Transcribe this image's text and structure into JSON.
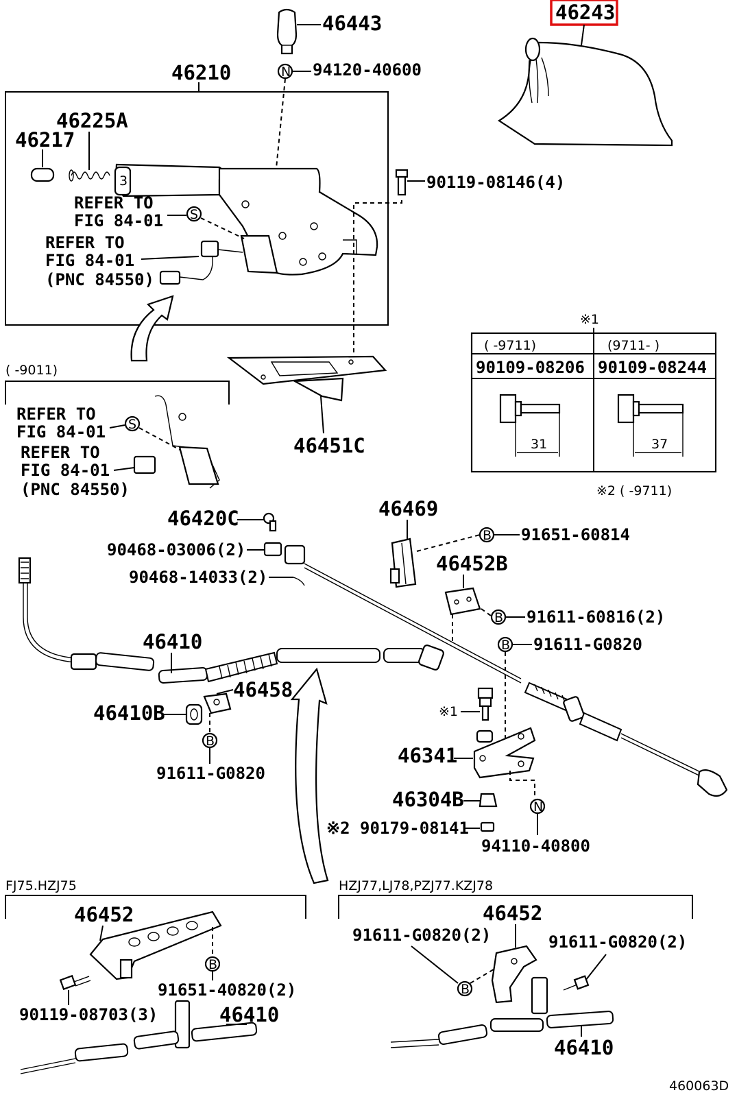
{
  "diagram": {
    "code": "460063D",
    "highlight_color": "#e01010",
    "highlighted_part": "46243",
    "labels": {
      "p46443": "46443",
      "p94120": "94120-40600",
      "p46210": "46210",
      "p46243": "46243",
      "p46225a": "46225A",
      "p46217": "46217",
      "p90119_08146": "90119-08146(4)",
      "refer1": "REFER TO",
      "refer1b": "FIG 84-01",
      "refer2": "REFER TO",
      "refer2b": "FIG 84-01",
      "refer2c": "(PNC 84550)",
      "range_9011": "(      -9011)",
      "refer3": "REFER TO",
      "refer3b": "FIG 84-01",
      "refer4": "REFER TO",
      "refer4b": "FIG 84-01",
      "refer4c": "(PNC 84550)",
      "p46451c": "46451C",
      "note1": "※1",
      "note2": "※2 (      -9711)",
      "p46420c": "46420C",
      "p46469": "46469",
      "p90468_03006": "90468-03006(2)",
      "p90468_14033": "90468-14033(2)",
      "p91651_60814": "91651-60814",
      "p46452b": "46452B",
      "p91611_60816": "91611-60816(2)",
      "p91611_g0820_a": "91611-G0820",
      "p46410_a": "46410",
      "p46458": "46458",
      "p46410b": "46410B",
      "p91611_g0820_b": "91611-G0820",
      "note1b": "※1",
      "p46341": "46341",
      "p46304b": "46304B",
      "p90179": "※2 90179-08141",
      "p94110": "94110-40800",
      "variant_left": "FJ75.HZJ75",
      "variant_right": "HZJ77,LJ78,PZJ77.KZJ78",
      "p46452_l": "46452",
      "p91651_40820": "91651-40820(2)",
      "p90119_08703": "90119-08703(3)",
      "p46410_l": "46410",
      "p46452_r": "46452",
      "p91611_g0820_r1": "91611-G0820(2)",
      "p91611_g0820_r2": "91611-G0820(2)",
      "p46410_r": "46410"
    },
    "bolt_table": {
      "col1_range": "(      -9711)",
      "col2_range": "(9711-       )",
      "col1_part": "90109-08206",
      "col2_part": "90109-08244",
      "col1_len": "31",
      "col2_len": "37"
    },
    "callout_symbols": {
      "n": "N",
      "s": "S",
      "b": "B"
    }
  }
}
